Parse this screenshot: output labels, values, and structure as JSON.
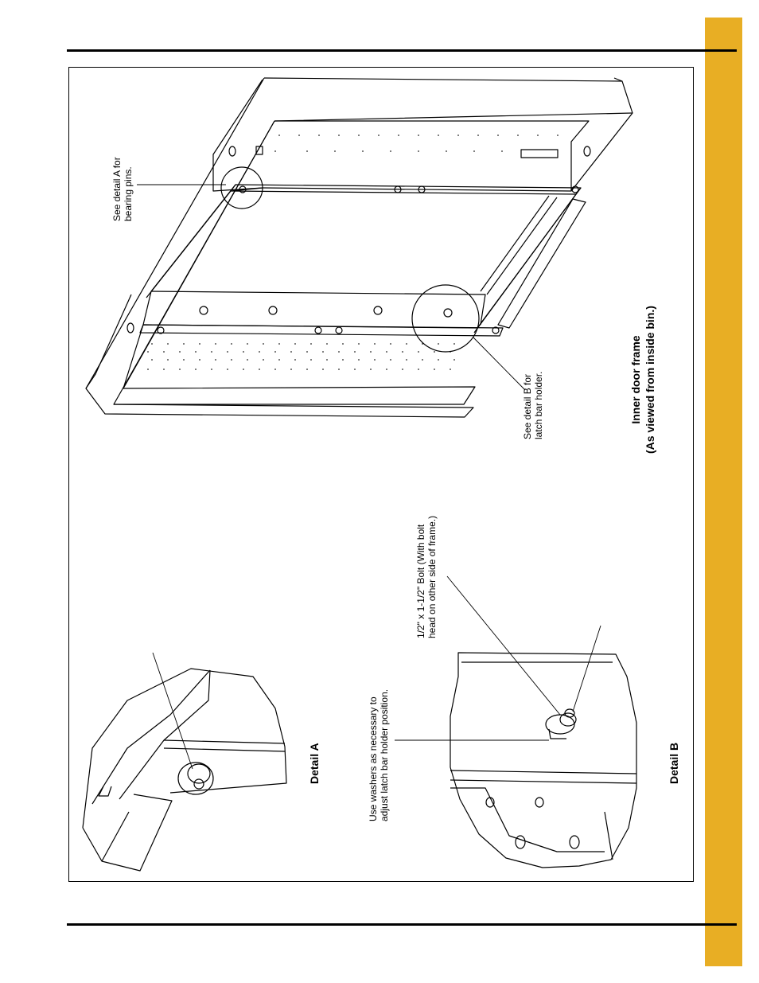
{
  "page": {
    "accent_color": "#E8AE24",
    "rule_color": "#000000"
  },
  "labels": {
    "detail_a_callout": [
      "See detail A for",
      "bearing pins."
    ],
    "detail_b_callout": [
      "See detail B for",
      "latch bar holder."
    ],
    "frame_caption": [
      "Inner door frame",
      "(As viewed from inside bin.)"
    ],
    "detail_a_title": "Detail A",
    "detail_b_title": "Detail B",
    "washer_note": [
      "Use washers as necessary to",
      "adjust latch bar holder position."
    ],
    "bolt_note": [
      "1/2\" x 1-1/2\" Bolt (With bolt",
      "head on other side of frame.)"
    ]
  }
}
